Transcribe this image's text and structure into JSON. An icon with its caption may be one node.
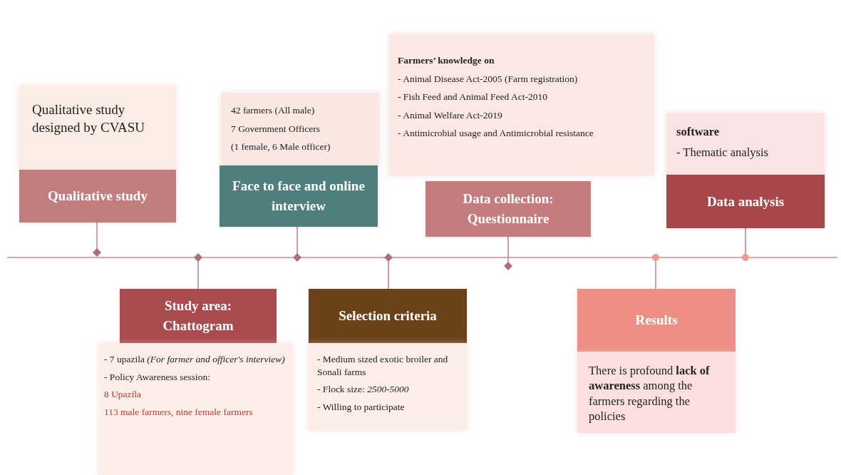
{
  "diagram": {
    "nodes": [
      {
        "text": [
          "Qualitative study designed by CVASU"
        ]
      },
      {
        "text": [
          "Qualitative study"
        ]
      },
      {
        "text": [
          "Study area: Chattogram"
        ]
      },
      {
        "text": [
          "- 7 upazila *(For farmer and officer's interview)*",
          "- Policy Awareness session:",
          "8 Upazila",
          "113 male farmers, nine female farmers"
        ]
      },
      {
        "text": [
          "42 farmers (All male)",
          "7 Government Officers",
          "(1 female, 6 Male officer)"
        ]
      },
      {
        "text": [
          "Face to face and online interview"
        ]
      },
      {
        "text": [
          "Selection criteria"
        ]
      },
      {
        "text": [
          "- Medium sized exotic broiler and Sonali farms",
          "- Flock size: *2500-5000*",
          "- Willing to participate"
        ]
      },
      {
        "text": [
          "Farmers’ knowledge on",
          "- Animal Disease Act-2005 (Farm registration)",
          "- Fish Feed and Animal Feed Act-2010",
          "- Animal Welfare Act-2019",
          "- Antimicrobial usage and Antimicrobial resistance"
        ]
      },
      {
        "text": [
          "Data collection: Questionnaire"
        ]
      },
      {
        "text": [
          "Results"
        ]
      },
      {
        "text": [
          "There is profound **lack of awareness** among the farmers regarding the policies"
        ]
      },
      {
        "text": [
          "software",
          "- Thematic analysis"
        ]
      },
      {
        "text": [
          "Data analysis"
        ]
      }
    ]
  }
}
